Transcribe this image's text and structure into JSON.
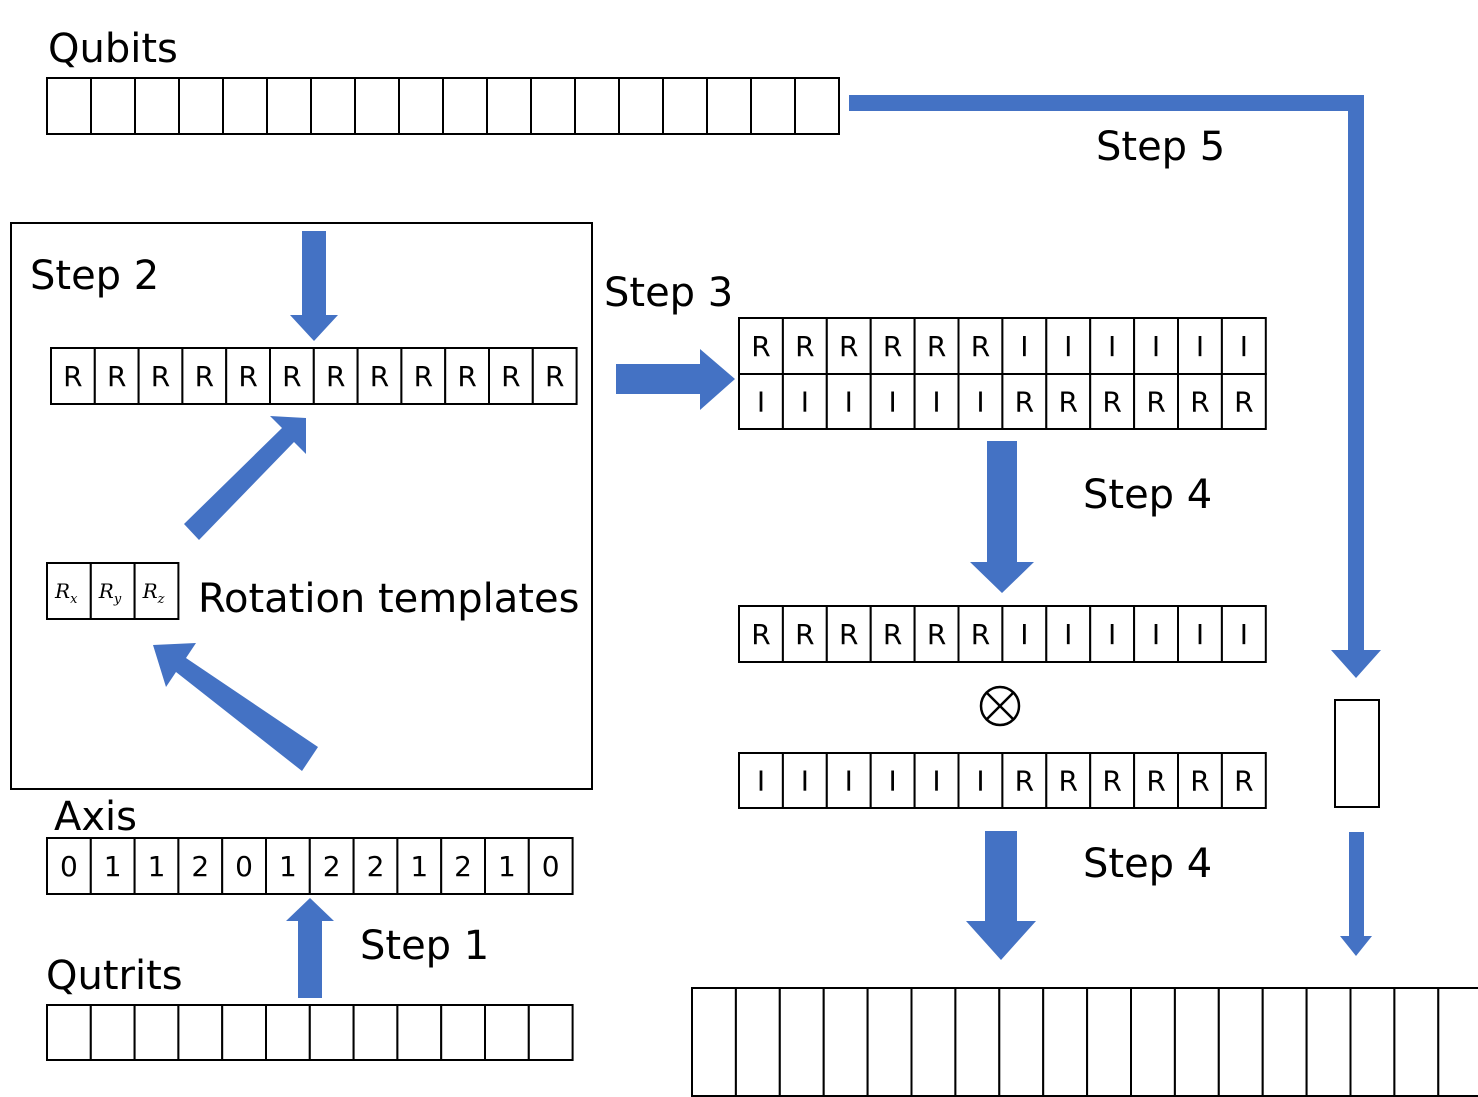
{
  "labels": {
    "qubits": "Qubits",
    "step1": "Step 1",
    "step2": "Step 2",
    "step3": "Step 3",
    "step4a": "Step 4",
    "step4b": "Step 4",
    "step5": "Step 5",
    "axis": "Axis",
    "qutrits": "Qutrits",
    "rotation_templates": "Rotation templates",
    "tensor_symbol": "⊗"
  },
  "templates": [
    {
      "base": "R",
      "sub": "x"
    },
    {
      "base": "R",
      "sub": "y"
    },
    {
      "base": "R",
      "sub": "z"
    }
  ],
  "rows": {
    "qubits": [
      "",
      "",
      "",
      "",
      "",
      "",
      "",
      "",
      "",
      "",
      "",
      "",
      "",
      "",
      "",
      "",
      "",
      ""
    ],
    "step2_row": [
      "R",
      "R",
      "R",
      "R",
      "R",
      "R",
      "R",
      "R",
      "R",
      "R",
      "R",
      "R"
    ],
    "step3_top": [
      "R",
      "R",
      "R",
      "R",
      "R",
      "R",
      "I",
      "I",
      "I",
      "I",
      "I",
      "I"
    ],
    "step3_bottom": [
      "I",
      "I",
      "I",
      "I",
      "I",
      "I",
      "R",
      "R",
      "R",
      "R",
      "R",
      "R"
    ],
    "step4_top": [
      "R",
      "R",
      "R",
      "R",
      "R",
      "R",
      "I",
      "I",
      "I",
      "I",
      "I",
      "I"
    ],
    "step4_bottom": [
      "I",
      "I",
      "I",
      "I",
      "I",
      "I",
      "R",
      "R",
      "R",
      "R",
      "R",
      "R"
    ],
    "axis": [
      "0",
      "1",
      "1",
      "2",
      "0",
      "1",
      "2",
      "2",
      "1",
      "2",
      "1",
      "0"
    ],
    "qutrits": [
      "",
      "",
      "",
      "",
      "",
      "",
      "",
      "",
      "",
      "",
      "",
      ""
    ],
    "ancilla": [
      ""
    ],
    "output": [
      "",
      "",
      "",
      "",
      "",
      "",
      "",
      "",
      "",
      "",
      "",
      "",
      "",
      "",
      "",
      "",
      "",
      ""
    ]
  },
  "colors": {
    "arrow": "#4472C4",
    "stroke": "#000000"
  }
}
